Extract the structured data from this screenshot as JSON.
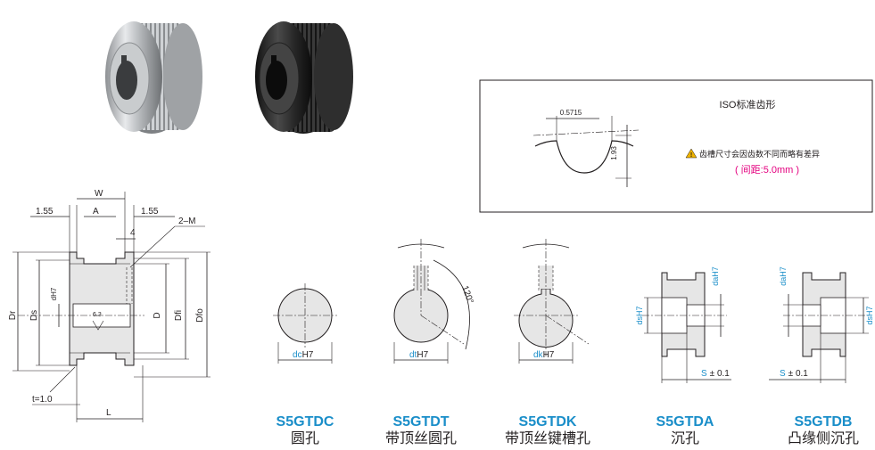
{
  "iso_box": {
    "title": "ISO标准齿形",
    "dim_top": "0.5715",
    "dim_side": "1.93",
    "warning": "齿槽尺寸会因齿数不同而略有差异",
    "pitch": "( 间距:5.0mm )",
    "warning_color": "#f0b400",
    "pitch_color": "#e4007f"
  },
  "section": {
    "W": "W",
    "A": "A",
    "flange_left": "1.55",
    "flange_right": "1.55",
    "screw": "2–M",
    "num4": "4",
    "Dr": "Dr",
    "Ds": "Ds",
    "dH7": "dH7",
    "rough": "6.3",
    "D": "D",
    "Dfi": "Dfi",
    "Dfo": "Dfo",
    "t": "t=1.0",
    "L": "L"
  },
  "bores": {
    "dc": "dc",
    "dt": "dt",
    "dk": "dk",
    "h7": "H7",
    "angle": "120°",
    "daH7_a": "daH7",
    "dsH7_a": "dsH7",
    "s_a": "S",
    "tol_a": "± 0.1",
    "daH7_b": "daH7",
    "dsH7_b": "dsH7",
    "s_b": "S",
    "tol_b": "± 0.1"
  },
  "captions": [
    {
      "code": "S5GTDC",
      "name": "圆孔"
    },
    {
      "code": "S5GTDT",
      "name": "带顶丝圆孔"
    },
    {
      "code": "S5GTDK",
      "name": "带顶丝键槽孔"
    },
    {
      "code": "S5GTDA",
      "name": "沉孔"
    },
    {
      "code": "S5GTDB",
      "name": "凸缘侧沉孔"
    }
  ],
  "colors": {
    "accent": "#1a8ec9",
    "ink": "#231f20"
  }
}
